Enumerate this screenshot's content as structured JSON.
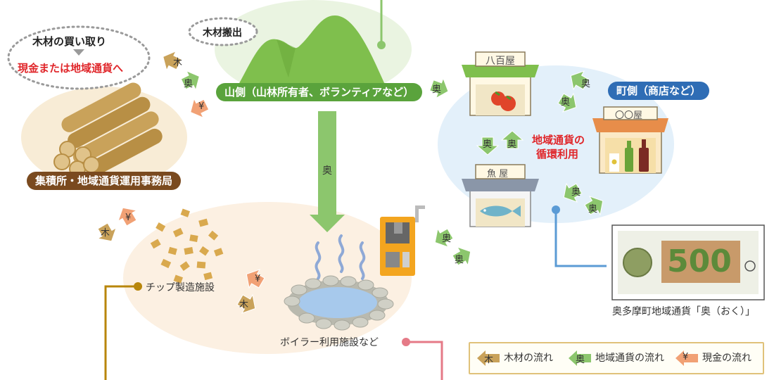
{
  "labels": {
    "buyback_line1": "木材の買い取り",
    "buyback_line2": "現金または地域通貨へ",
    "timber_out": "木材搬出",
    "mountain_side": "山側（山林所有者、ボランティアなど）",
    "collection_office": "集積所・地域通貨運用事務局",
    "town_side": "町側（商店など）",
    "circulation_line1": "地域通貨の",
    "circulation_line2": "循環利用",
    "chip_factory": "チップ製造施設",
    "boiler_facility": "ボイラー利用施設など",
    "note_caption": "奥多摩町地域通貨「奥（おく）」"
  },
  "shops": {
    "greengrocer": "八百屋",
    "fishmonger": "魚 屋",
    "general": "〇〇屋"
  },
  "banknote": {
    "value": "500"
  },
  "arrow_chars": {
    "wood": "木",
    "oku": "奥",
    "yen": "¥"
  },
  "legend": {
    "wood_flow": "木材の流れ",
    "currency_flow": "地域通貨の流れ",
    "cash_flow": "現金の流れ"
  },
  "colors": {
    "wood_arrow": "#c9a25a",
    "currency_arrow": "#8cc66d",
    "cash_arrow": "#f1a175",
    "mountain_pill": "#5aa33c",
    "office_pill": "#7a4a1f",
    "town_pill": "#2f6db5",
    "red_text": "#e0262a"
  }
}
